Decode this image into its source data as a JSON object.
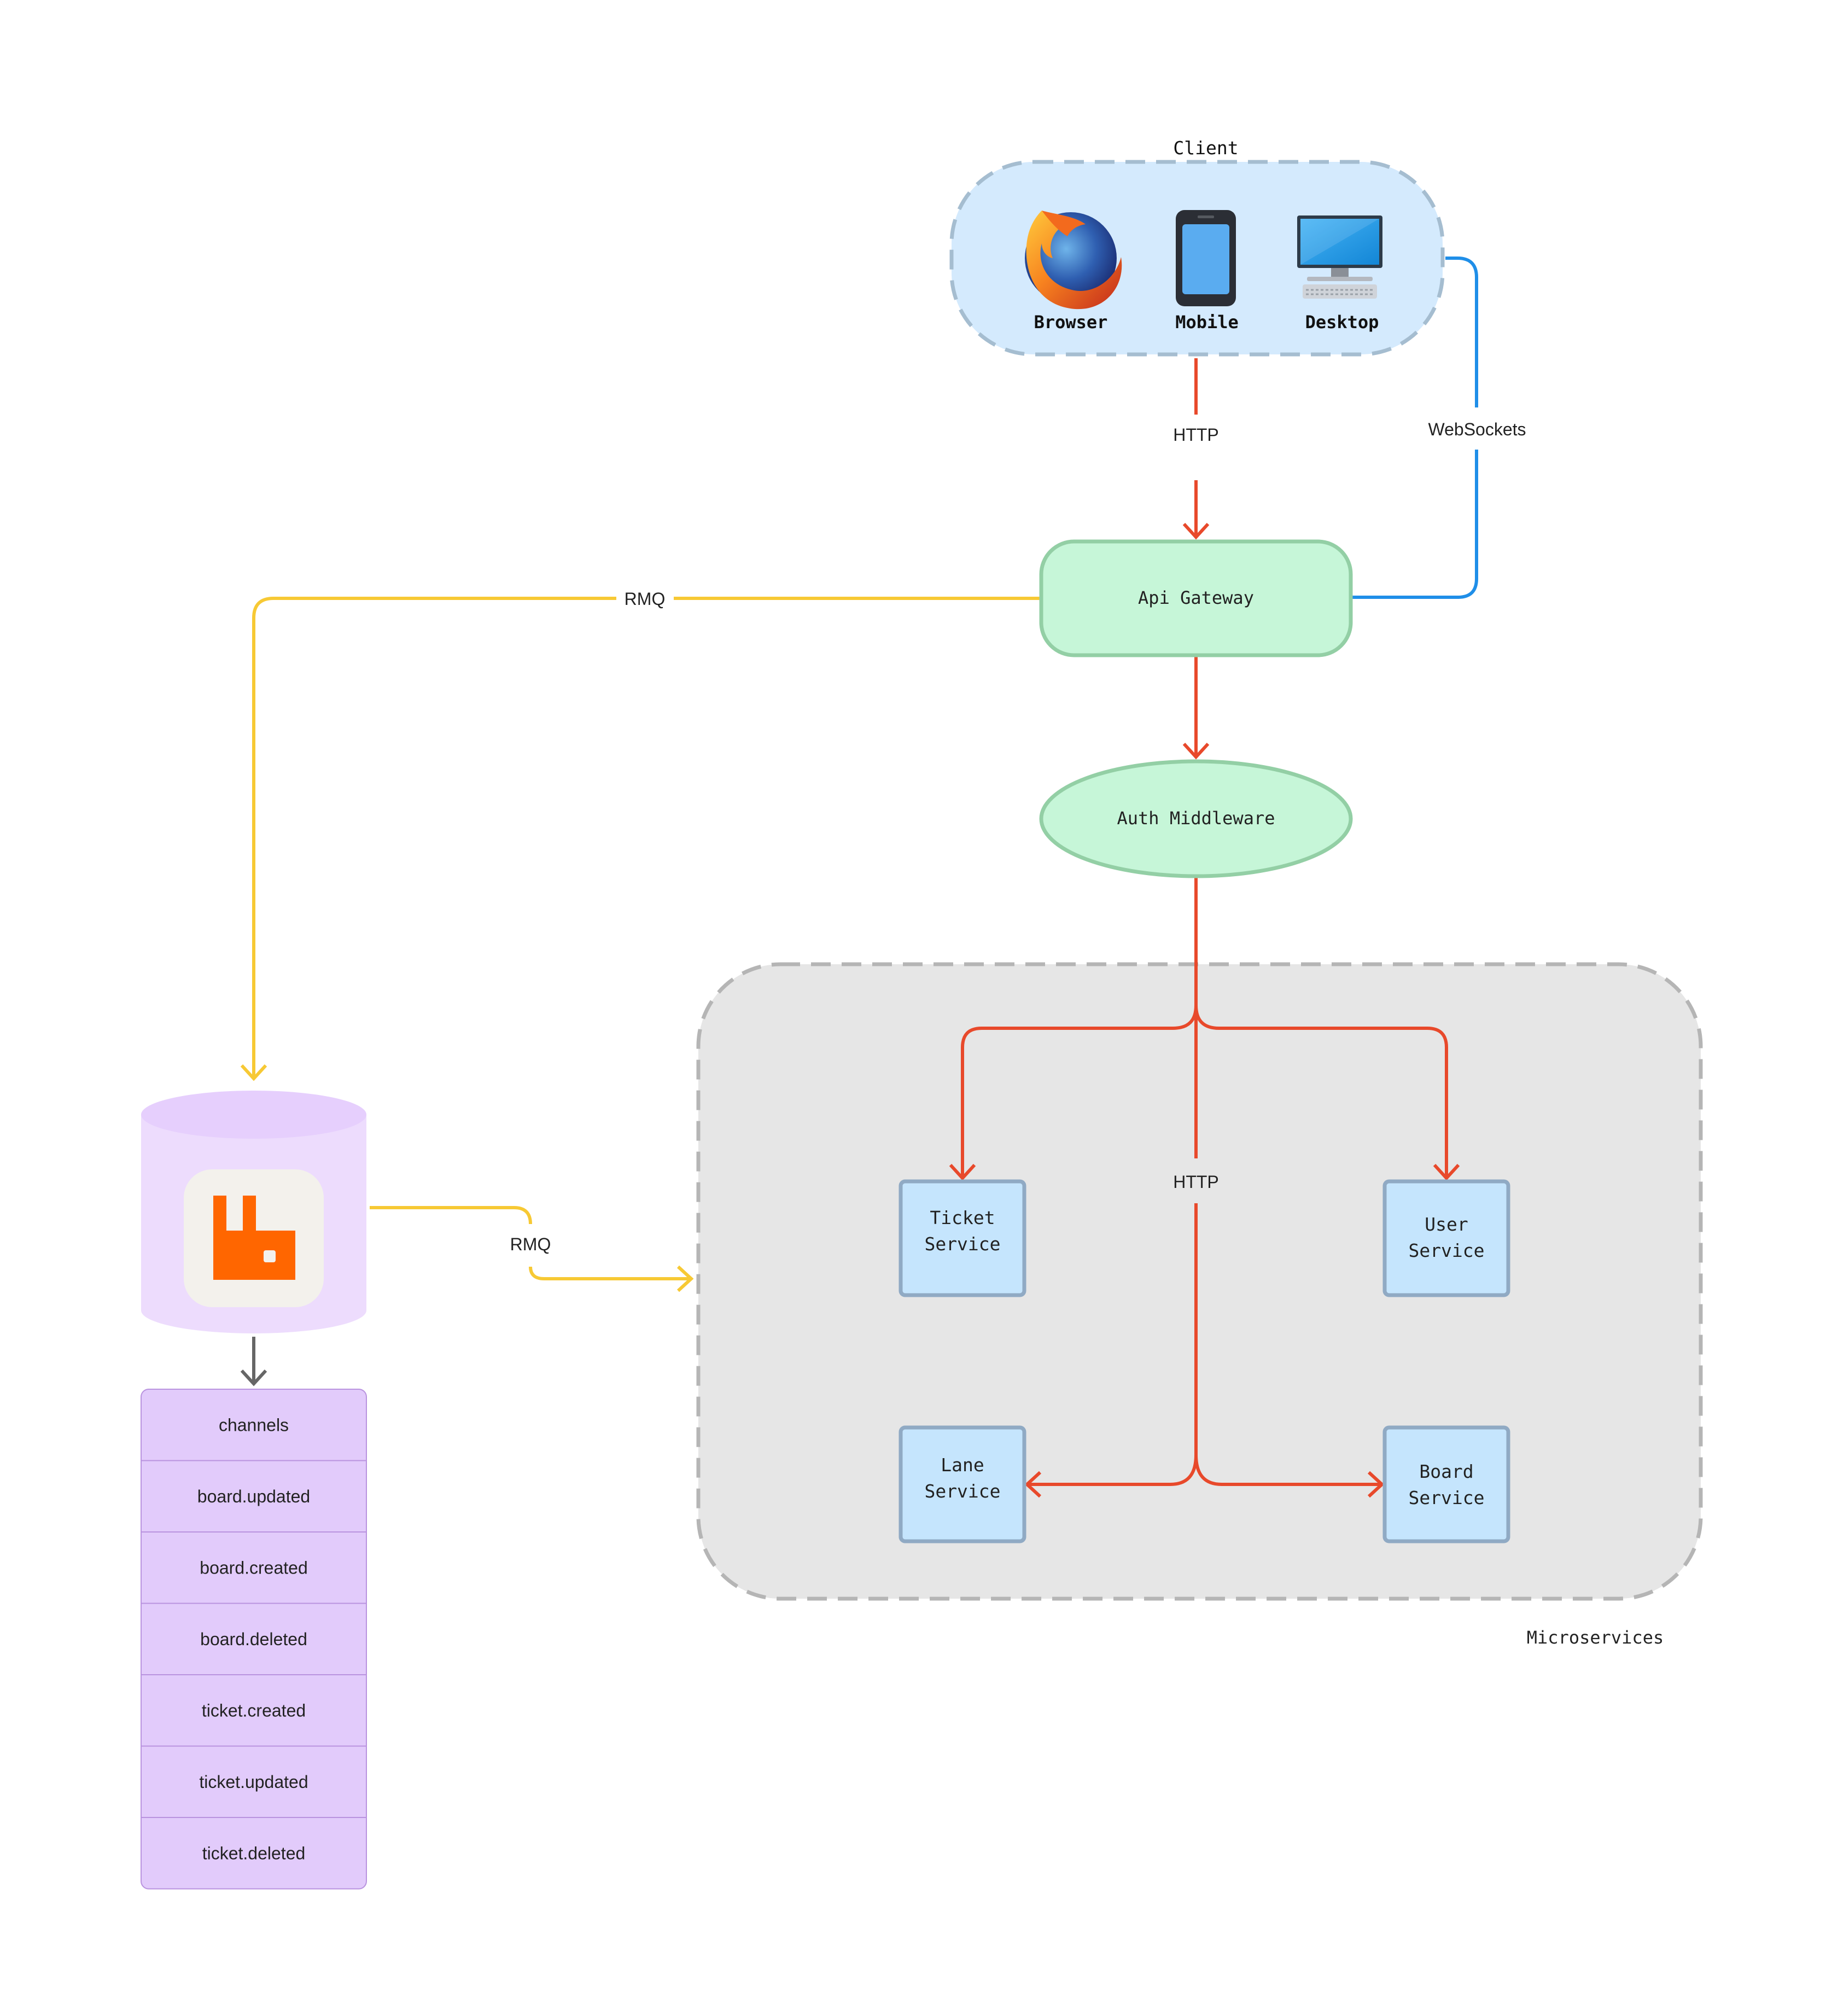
{
  "client": {
    "title": "Client",
    "items": [
      {
        "label": "Browser",
        "icon": "firefox-icon"
      },
      {
        "label": "Mobile",
        "icon": "mobile-phone-icon"
      },
      {
        "label": "Desktop",
        "icon": "desktop-computer-icon"
      }
    ]
  },
  "connections": {
    "client_to_gateway": "HTTP",
    "websockets": "WebSockets",
    "gateway_to_queue": "RMQ",
    "queue_to_services": "RMQ",
    "internal_http": "HTTP"
  },
  "gateway": {
    "label": "Api Gateway"
  },
  "auth": {
    "label": "Auth Middleware"
  },
  "microservices": {
    "title": "Microservices",
    "ticket": {
      "line1": "Ticket",
      "line2": "Service"
    },
    "user": {
      "line1": "User",
      "line2": "Service"
    },
    "lane": {
      "line1": "Lane",
      "line2": "Service"
    },
    "board": {
      "line1": "Board",
      "line2": "Service"
    }
  },
  "queue": {
    "icon": "rabbitmq-icon",
    "channels": [
      "channels",
      "board.updated",
      "board.created",
      "board.deleted",
      "ticket.created",
      "ticket.updated",
      "ticket.deleted"
    ]
  },
  "colors": {
    "http": "#e8492b",
    "rmq": "#f7c934",
    "websockets": "#1f8ee8",
    "client_fill": "#d4eafd",
    "gateway_fill": "#c6f6d8",
    "service_fill": "#c5e5fd",
    "microservices_fill": "#e6e6e6",
    "queue_fill": "#eddcfd",
    "channel_fill": "#e2cbfb",
    "rabbitmq_orange": "#ff6600"
  }
}
